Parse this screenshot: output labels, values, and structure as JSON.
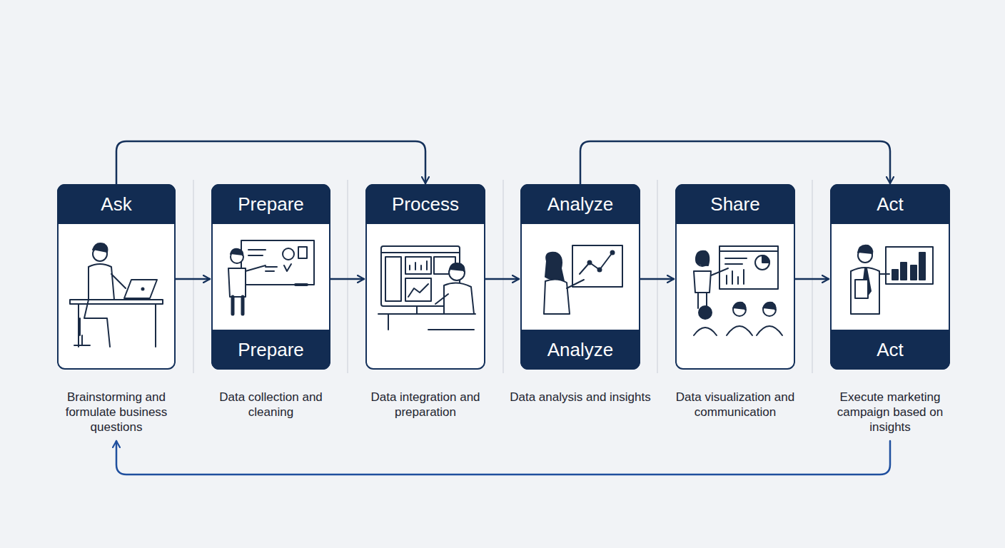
{
  "diagram": {
    "nodes": [
      {
        "text": [
          "Ask",
          "Brainstorming and formulate business questions"
        ]
      },
      {
        "text": [
          "Prepare",
          "Prepare",
          "Data collection and cleaning"
        ]
      },
      {
        "text": [
          "Process",
          "Data integration and preparation"
        ]
      },
      {
        "text": [
          "Analyze",
          "Analyze",
          "Data analysis and insights"
        ]
      },
      {
        "text": [
          "Share",
          "Data visualization and communication"
        ]
      },
      {
        "text": [
          "Act",
          "Act",
          "Execute marketing campaign based on insights"
        ]
      }
    ],
    "edges": [
      {
        "from": 0,
        "to": 1,
        "arrow": "to"
      },
      {
        "from": 1,
        "to": 2,
        "arrow": "to"
      },
      {
        "from": 2,
        "to": 3,
        "arrow": "to"
      },
      {
        "from": 3,
        "to": 4,
        "arrow": "to"
      },
      {
        "from": 4,
        "to": 5,
        "arrow": "to"
      },
      {
        "from": 0,
        "to": 2,
        "arrow": "to"
      },
      {
        "from": 3,
        "to": 5,
        "arrow": "to"
      },
      {
        "from": 5,
        "to": 0,
        "arrow": "to"
      }
    ]
  }
}
